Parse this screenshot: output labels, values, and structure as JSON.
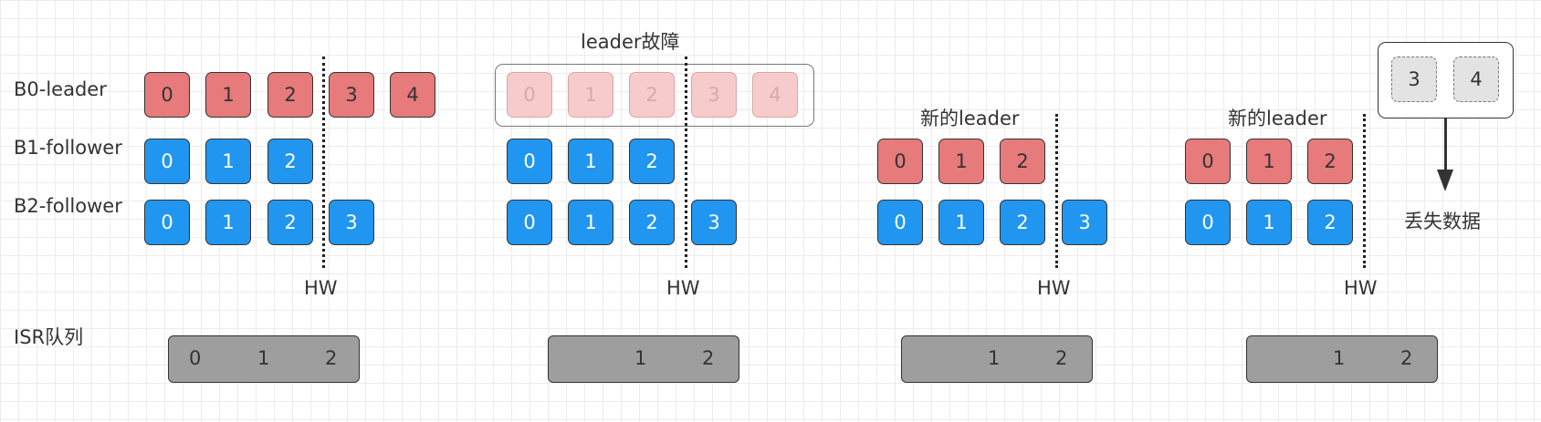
{
  "labels": {
    "b0": "B0-leader",
    "b1": "B1-follower",
    "b2": "B2-follower",
    "isr": "ISR队列"
  },
  "captions": {
    "leader_fail": "leader故障",
    "new_leader": "新的leader",
    "data_lost": "丢失数据",
    "hw": "HW"
  },
  "panel1": {
    "b0": [
      "0",
      "1",
      "2",
      "3",
      "4"
    ],
    "b1": [
      "0",
      "1",
      "2"
    ],
    "b2": [
      "0",
      "1",
      "2",
      "3"
    ],
    "isr": [
      "0",
      "1",
      "2"
    ]
  },
  "panel2": {
    "b0_faded": [
      "0",
      "1",
      "2",
      "3",
      "4"
    ],
    "b1": [
      "0",
      "1",
      "2"
    ],
    "b2": [
      "0",
      "1",
      "2",
      "3"
    ],
    "isr": [
      "1",
      "2"
    ]
  },
  "panel3": {
    "b1": [
      "0",
      "1",
      "2"
    ],
    "b2": [
      "0",
      "1",
      "2",
      "3"
    ],
    "isr": [
      "1",
      "2"
    ]
  },
  "panel4": {
    "b1": [
      "0",
      "1",
      "2"
    ],
    "b2": [
      "0",
      "1",
      "2"
    ],
    "lost": [
      "3",
      "4"
    ],
    "isr": [
      "1",
      "2"
    ]
  },
  "colors": {
    "leader": "#e77a7b",
    "follower": "#2196f0",
    "faded": "#f7cbcb",
    "lost": "#e3e3e3",
    "isr": "#9e9e9e"
  }
}
